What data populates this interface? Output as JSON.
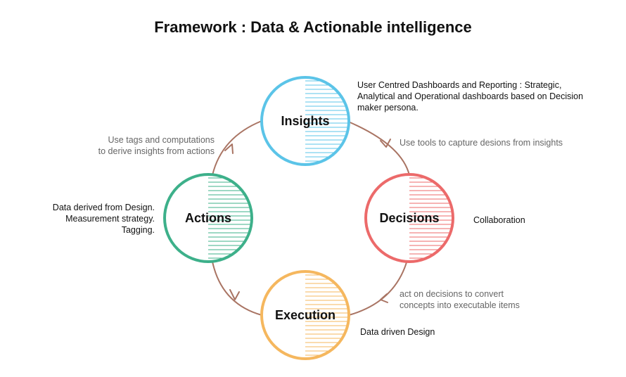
{
  "title": "Framework : Data & Actionable intelligence",
  "colors": {
    "insights": "#5bc4e8",
    "decisions": "#ec6a6a",
    "execution": "#f5b75e",
    "actions": "#3db08a",
    "cycle": "#a97463"
  },
  "nodes": {
    "insights": "Insights",
    "decisions": "Decisions",
    "execution": "Execution",
    "actions": "Actions"
  },
  "notes": {
    "insights_desc": [
      "User Centred Dashboards and Reporting : Strategic,",
      "Analytical and Operational dashboards based on Decision",
      "maker persona."
    ],
    "insights_to_decisions": [
      "Use tools to capture desions from insights"
    ],
    "decisions_desc": [
      "Collaboration"
    ],
    "decisions_to_execution": [
      "act on decisions to convert",
      "concepts into executable items"
    ],
    "execution_desc": [
      "Data driven Design"
    ],
    "actions_desc": [
      "Data derived from Design.",
      "Measurement strategy.",
      "Tagging."
    ],
    "actions_to_insights": [
      "Use tags and computations",
      "to derive insights from actions"
    ]
  }
}
